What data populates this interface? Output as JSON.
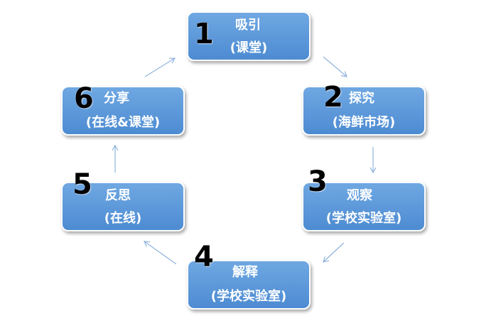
{
  "colors": {
    "box_fill": "#5b9bd5",
    "box_border": "#ffffff",
    "arrow": "#8fb4dc",
    "number": "#000000",
    "text": "#ffffff"
  },
  "stages": [
    {
      "number": "1",
      "title": "吸引",
      "subtitle": "(课堂)"
    },
    {
      "number": "2",
      "title": "探究",
      "subtitle": "(海鲜市场)"
    },
    {
      "number": "3",
      "title": "观察",
      "subtitle": "(学校实验室)"
    },
    {
      "number": "4",
      "title": "解释",
      "subtitle": "(学校实验室)"
    },
    {
      "number": "5",
      "title": "反思",
      "subtitle": "(在线)"
    },
    {
      "number": "6",
      "title": "分享",
      "subtitle": "(在线&课堂)"
    }
  ]
}
